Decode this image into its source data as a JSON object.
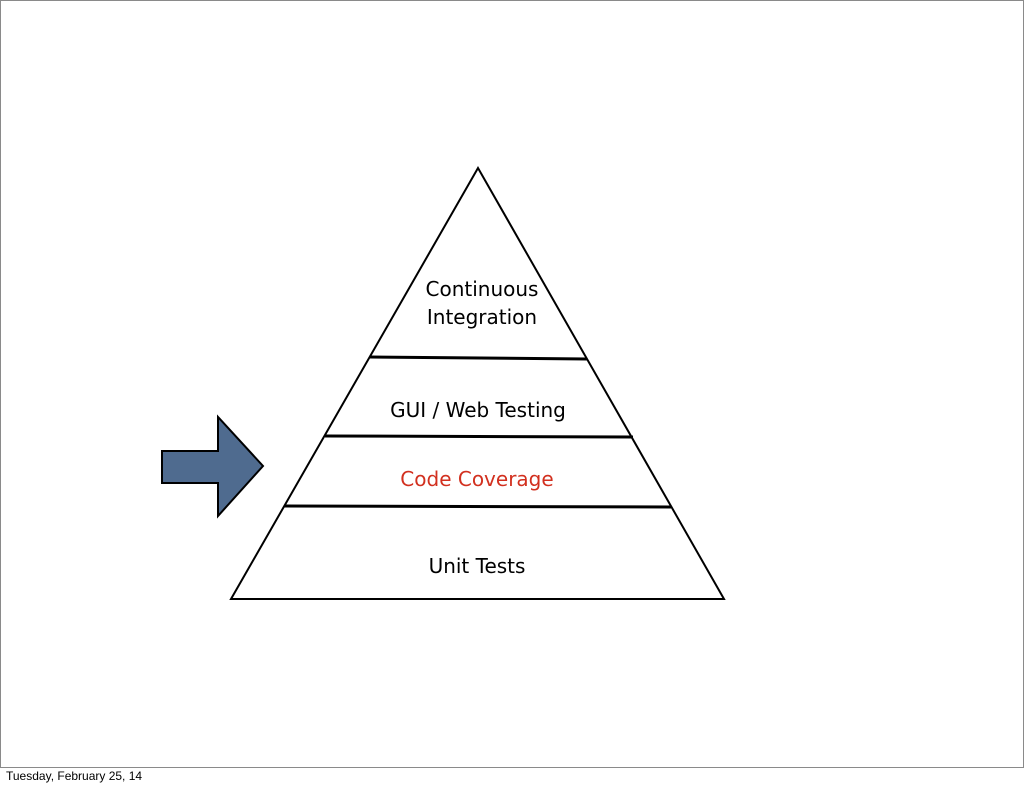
{
  "pyramid": {
    "layers": {
      "top_line1": "Continuous",
      "top_line2": "Integration",
      "gui": "GUI / Web Testing",
      "coverage": "Code Coverage",
      "unit": "Unit Tests"
    }
  },
  "colors": {
    "arrow_fill": "#4f6b8f",
    "highlight_text": "#d2301f",
    "outline": "#000000"
  },
  "footer": {
    "date": "Tuesday, February 25, 14"
  }
}
